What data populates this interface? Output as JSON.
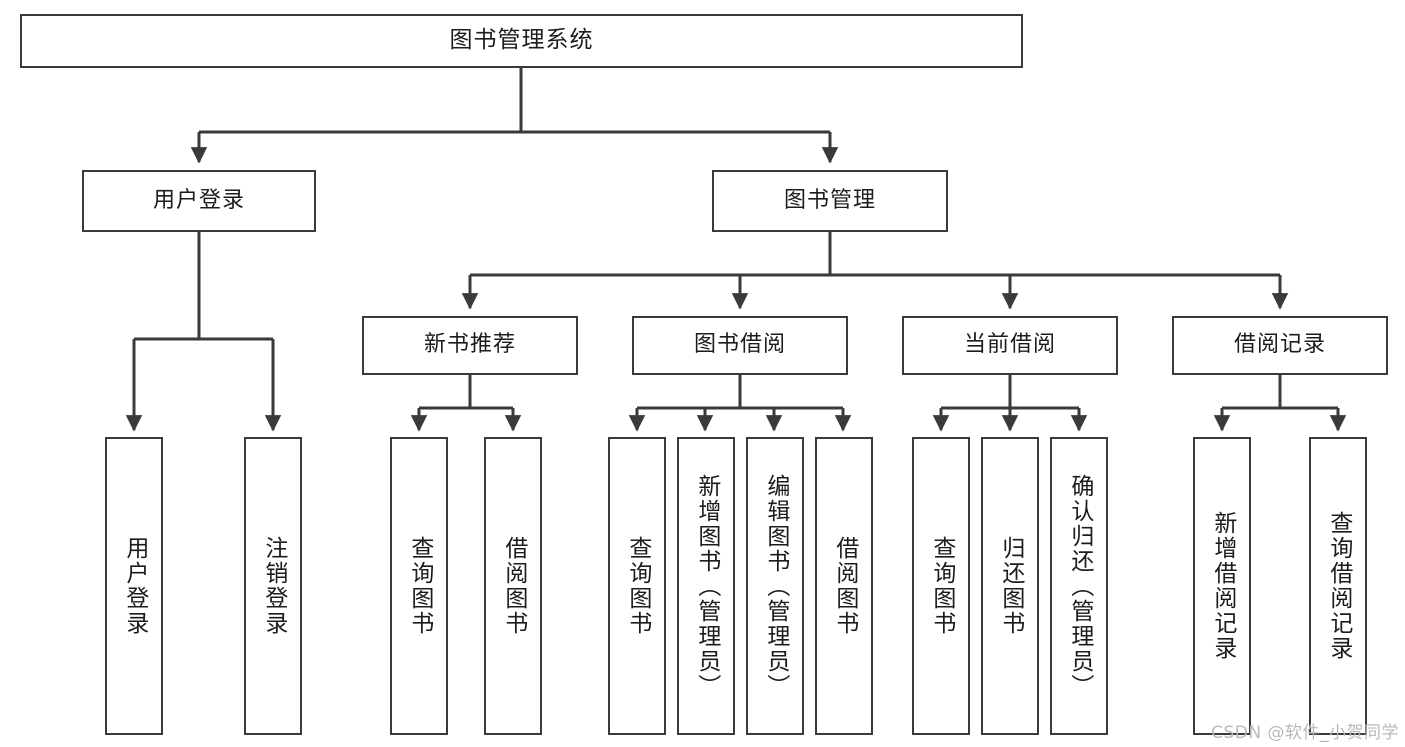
{
  "diagram": {
    "title": "图书管理系统",
    "watermark": "CSDN @软件_小贺同学",
    "type": "tree",
    "colors": {
      "box_border": "#3a3a3a",
      "box_fill": "#ffffff",
      "edge": "#3a3a3a",
      "text": "#1c1c1c",
      "watermark": "#b9b9b9"
    },
    "nodes": {
      "root": {
        "label": "图书管理系统"
      },
      "level2": [
        {
          "id": "user-login",
          "label": "用户登录"
        },
        {
          "id": "book-manage",
          "label": "图书管理"
        }
      ],
      "level3": [
        {
          "id": "new-book-recommend",
          "label": "新书推荐"
        },
        {
          "id": "book-borrow",
          "label": "图书借阅"
        },
        {
          "id": "current-borrow",
          "label": "当前借阅"
        },
        {
          "id": "borrow-record",
          "label": "借阅记录"
        }
      ],
      "leaves": {
        "user-login": [
          {
            "id": "leaf-user-login",
            "label": "用户登录"
          },
          {
            "id": "leaf-logout-login",
            "label": "注销登录"
          }
        ],
        "new-book-recommend": [
          {
            "id": "leaf-query-book-1",
            "label": "查询图书"
          },
          {
            "id": "leaf-borrow-book-1",
            "label": "借阅图书"
          }
        ],
        "book-borrow": [
          {
            "id": "leaf-query-book-2",
            "label": "查询图书"
          },
          {
            "id": "leaf-add-book",
            "label": "新增图书（管理员）"
          },
          {
            "id": "leaf-edit-book",
            "label": "编辑图书（管理员）"
          },
          {
            "id": "leaf-borrow-book-2",
            "label": "借阅图书"
          }
        ],
        "current-borrow": [
          {
            "id": "leaf-query-book-3",
            "label": "查询图书"
          },
          {
            "id": "leaf-return-book",
            "label": "归还图书"
          },
          {
            "id": "leaf-confirm-return",
            "label": "确认归还（管理员）"
          }
        ],
        "borrow-record": [
          {
            "id": "leaf-add-record",
            "label": "新增借阅记录"
          },
          {
            "id": "leaf-query-record",
            "label": "查询借阅记录"
          }
        ]
      }
    }
  }
}
